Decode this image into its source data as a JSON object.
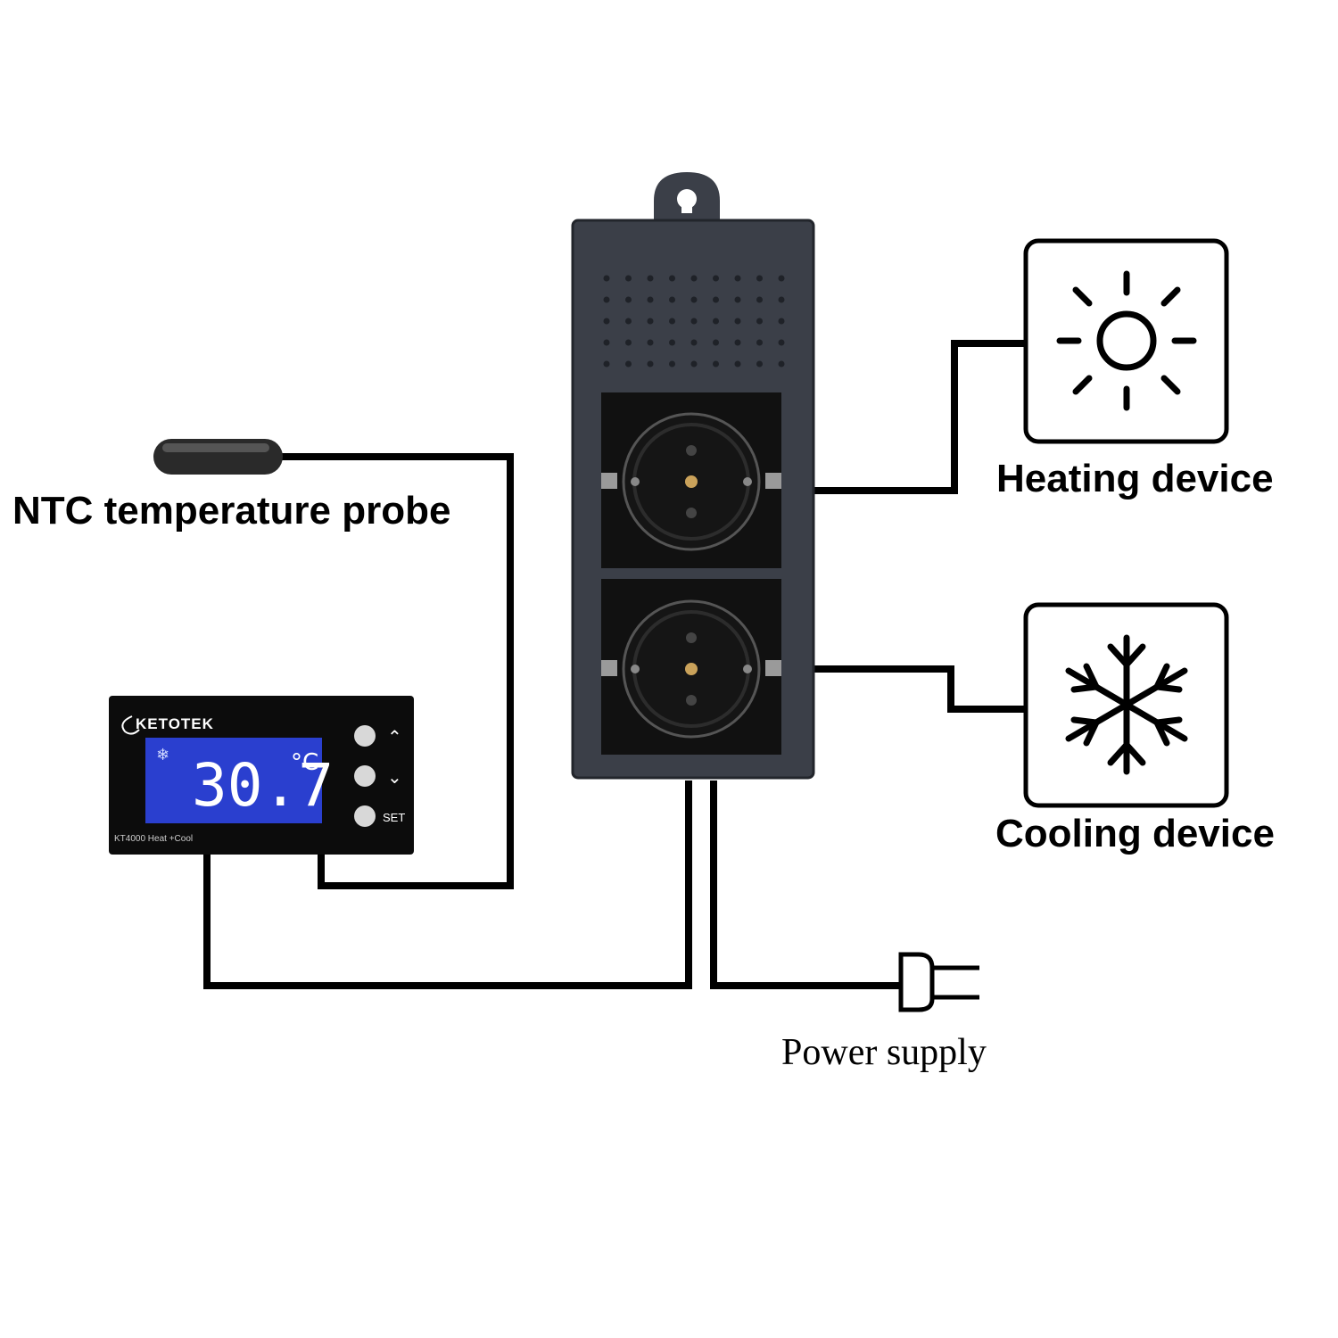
{
  "labels": {
    "probe": "NTC temperature probe",
    "heating": "Heating device",
    "cooling": "Cooling device",
    "power": "Power supply"
  },
  "controller": {
    "brand": "KETOTEK",
    "display_value": "30.7",
    "unit": "°C",
    "mode_icon": "snowflake-icon",
    "set_label": "SET",
    "model": "KT4000 Heat +Cool"
  },
  "icons": {
    "heating": "sun-icon",
    "cooling": "snowflake-icon",
    "power": "plug-icon"
  },
  "colors": {
    "housing": "#3b3f48",
    "socket": "#111111",
    "lcd": "#2a3fcf",
    "wire": "#000000"
  }
}
